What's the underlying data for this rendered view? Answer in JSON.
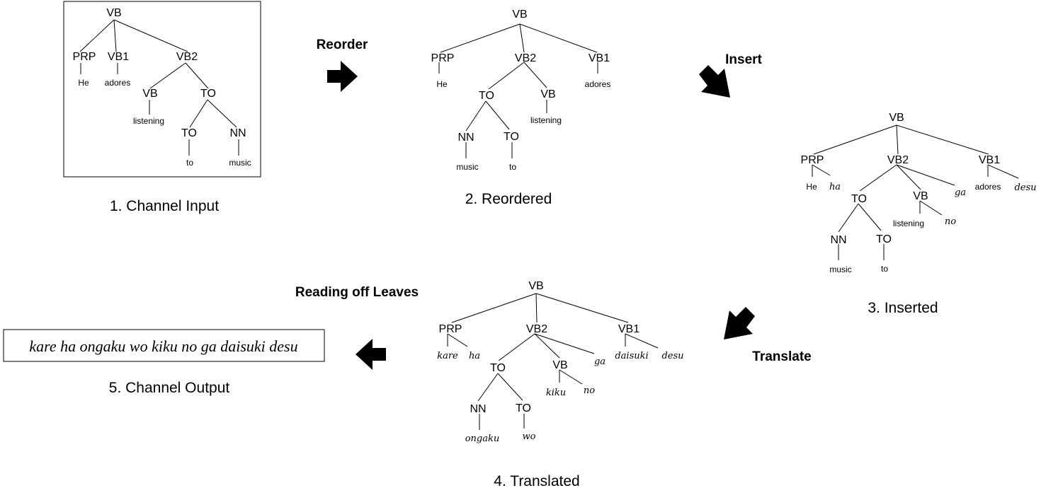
{
  "captions": {
    "channel_input": "1. Channel Input",
    "reordered": "2. Reordered",
    "inserted": "3.  Inserted",
    "translated": "4. Translated",
    "channel_output": "5. Channel Output"
  },
  "steps": {
    "reorder": "Reorder",
    "insert": "Insert",
    "translate": "Translate",
    "reading_off_leaves": "Reading off Leaves"
  },
  "output_sentence": "kare ha ongaku wo kiku no ga daisuki desu",
  "trees": {
    "input": {
      "vb": "VB",
      "prp": "PRP",
      "vb1": "VB1",
      "vb2": "VB2",
      "vb2_vb": "VB",
      "to_top": "TO",
      "to_inner": "TO",
      "nn": "NN",
      "he": "He",
      "adores": "adores",
      "listening": "listening",
      "to": "to",
      "music": "music"
    },
    "reordered": {
      "vb": "VB",
      "prp": "PRP",
      "vb2": "VB2",
      "vb1": "VB1",
      "to_top": "TO",
      "vb2_vb": "VB",
      "nn": "NN",
      "to_inner": "TO",
      "he": "He",
      "adores": "adores",
      "listening": "listening",
      "music": "music",
      "to": "to"
    },
    "inserted": {
      "vb": "VB",
      "prp": "PRP",
      "vb2": "VB2",
      "vb1": "VB1",
      "to_top": "TO",
      "vb2_vb": "VB",
      "nn": "NN",
      "to_inner": "TO",
      "he": "He",
      "ha": "ha",
      "ga": "ga",
      "adores": "adores",
      "desu": "desu",
      "listening": "listening",
      "no": "no",
      "music": "music",
      "to": "to"
    },
    "translated": {
      "vb": "VB",
      "prp": "PRP",
      "vb2": "VB2",
      "vb1": "VB1",
      "to_top": "TO",
      "vb2_vb": "VB",
      "nn": "NN",
      "to_inner": "TO",
      "kare": "kare",
      "ha": "ha",
      "ga": "ga",
      "daisuki": "daisuki",
      "desu": "desu",
      "kiku": "kiku",
      "no": "no",
      "ongaku": "ongaku",
      "wo": "wo"
    }
  }
}
